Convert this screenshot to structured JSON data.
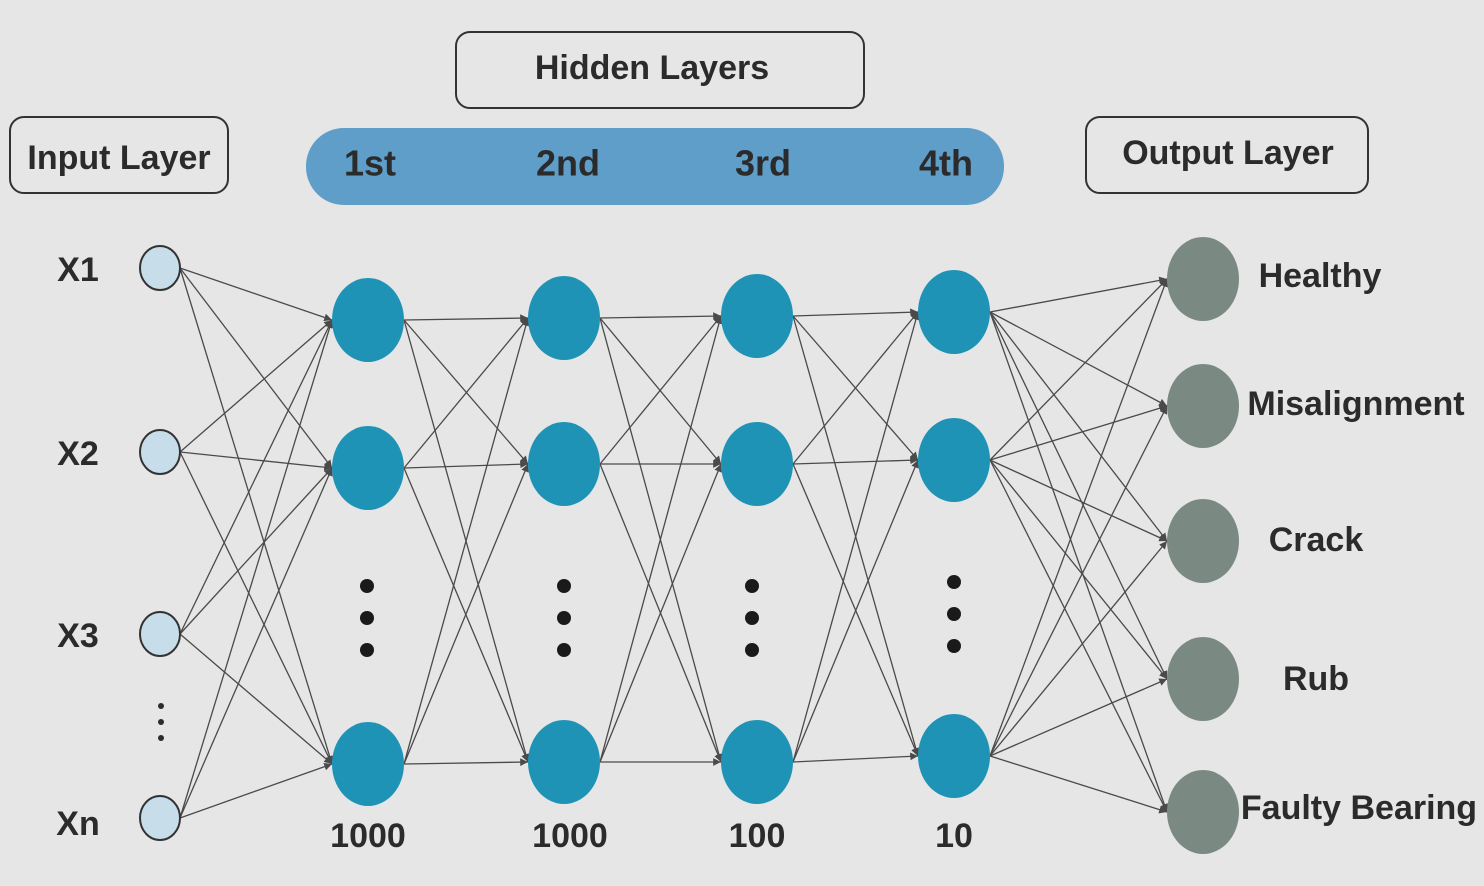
{
  "titles": {
    "input": "Input Layer",
    "hidden": "Hidden Layers",
    "output": "Output Layer"
  },
  "hidden_layers": [
    {
      "label": "1st",
      "count": "1000"
    },
    {
      "label": "2nd",
      "count": "1000"
    },
    {
      "label": "3rd",
      "count": "100"
    },
    {
      "label": "4th",
      "count": "10"
    }
  ],
  "inputs": [
    "X1",
    "X2",
    "X3",
    "Xn"
  ],
  "outputs": [
    "Healthy",
    "Misalignment",
    "Crack",
    "Rub",
    "Faulty Bearing"
  ],
  "colors": {
    "background": "#e6e6e6",
    "input_node": "#c7dde9",
    "hidden_node": "#1f93b5",
    "output_node": "#7a8a83",
    "band": "#5f9ec8",
    "edge": "#4a4a4a"
  }
}
